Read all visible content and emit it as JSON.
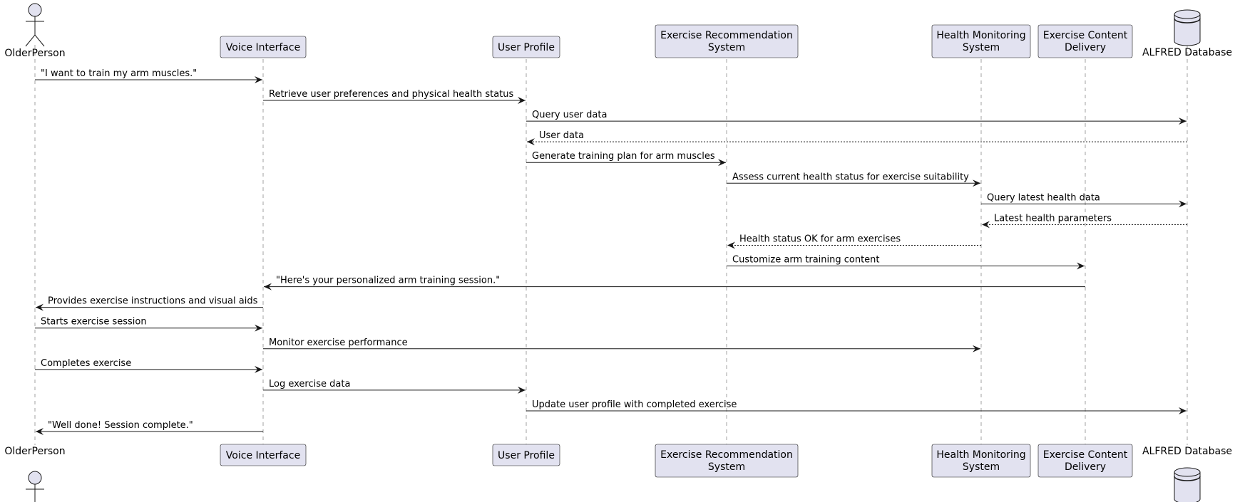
{
  "participants": [
    {
      "id": "older",
      "label": "OlderPerson",
      "kind": "actor"
    },
    {
      "id": "voice",
      "label": "Voice Interface",
      "kind": "participant"
    },
    {
      "id": "profile",
      "label": "User Profile",
      "kind": "participant"
    },
    {
      "id": "recsys",
      "label": "Exercise Recommendation\nSystem",
      "kind": "participant"
    },
    {
      "id": "health",
      "label": "Health Monitoring\nSystem",
      "kind": "participant"
    },
    {
      "id": "content",
      "label": "Exercise Content\nDelivery",
      "kind": "participant"
    },
    {
      "id": "db",
      "label": "ALFRED Database",
      "kind": "database"
    }
  ],
  "messages": [
    {
      "from": "older",
      "to": "voice",
      "label": "\"I want to train my arm muscles.\"",
      "style": "solid"
    },
    {
      "from": "voice",
      "to": "profile",
      "label": "Retrieve user preferences and physical health status",
      "style": "solid"
    },
    {
      "from": "profile",
      "to": "db",
      "label": "Query user data",
      "style": "solid"
    },
    {
      "from": "db",
      "to": "profile",
      "label": "User data",
      "style": "dashed"
    },
    {
      "from": "profile",
      "to": "recsys",
      "label": "Generate training plan for arm muscles",
      "style": "solid"
    },
    {
      "from": "recsys",
      "to": "health",
      "label": "Assess current health status for exercise suitability",
      "style": "solid"
    },
    {
      "from": "health",
      "to": "db",
      "label": "Query latest health data",
      "style": "solid"
    },
    {
      "from": "db",
      "to": "health",
      "label": "Latest health parameters",
      "style": "dashed"
    },
    {
      "from": "health",
      "to": "recsys",
      "label": "Health status OK for arm exercises",
      "style": "dashed"
    },
    {
      "from": "recsys",
      "to": "content",
      "label": "Customize arm training content",
      "style": "solid"
    },
    {
      "from": "content",
      "to": "voice",
      "label": "\"Here's your personalized arm training session.\"",
      "style": "solid"
    },
    {
      "from": "voice",
      "to": "older",
      "label": "Provides exercise instructions and visual aids",
      "style": "solid"
    },
    {
      "from": "older",
      "to": "voice",
      "label": "Starts exercise session",
      "style": "solid"
    },
    {
      "from": "voice",
      "to": "health",
      "label": "Monitor exercise performance",
      "style": "solid"
    },
    {
      "from": "older",
      "to": "voice",
      "label": "Completes exercise",
      "style": "solid"
    },
    {
      "from": "voice",
      "to": "profile",
      "label": "Log exercise data",
      "style": "solid"
    },
    {
      "from": "profile",
      "to": "db",
      "label": "Update user profile with completed exercise",
      "style": "solid"
    },
    {
      "from": "voice",
      "to": "older",
      "label": "\"Well done! Session complete.\"",
      "style": "solid"
    }
  ],
  "colors": {
    "participant_fill": "#e2e2f0",
    "border": "#181818",
    "lifeline": "#a0a0a0",
    "arrow": "#181818"
  }
}
